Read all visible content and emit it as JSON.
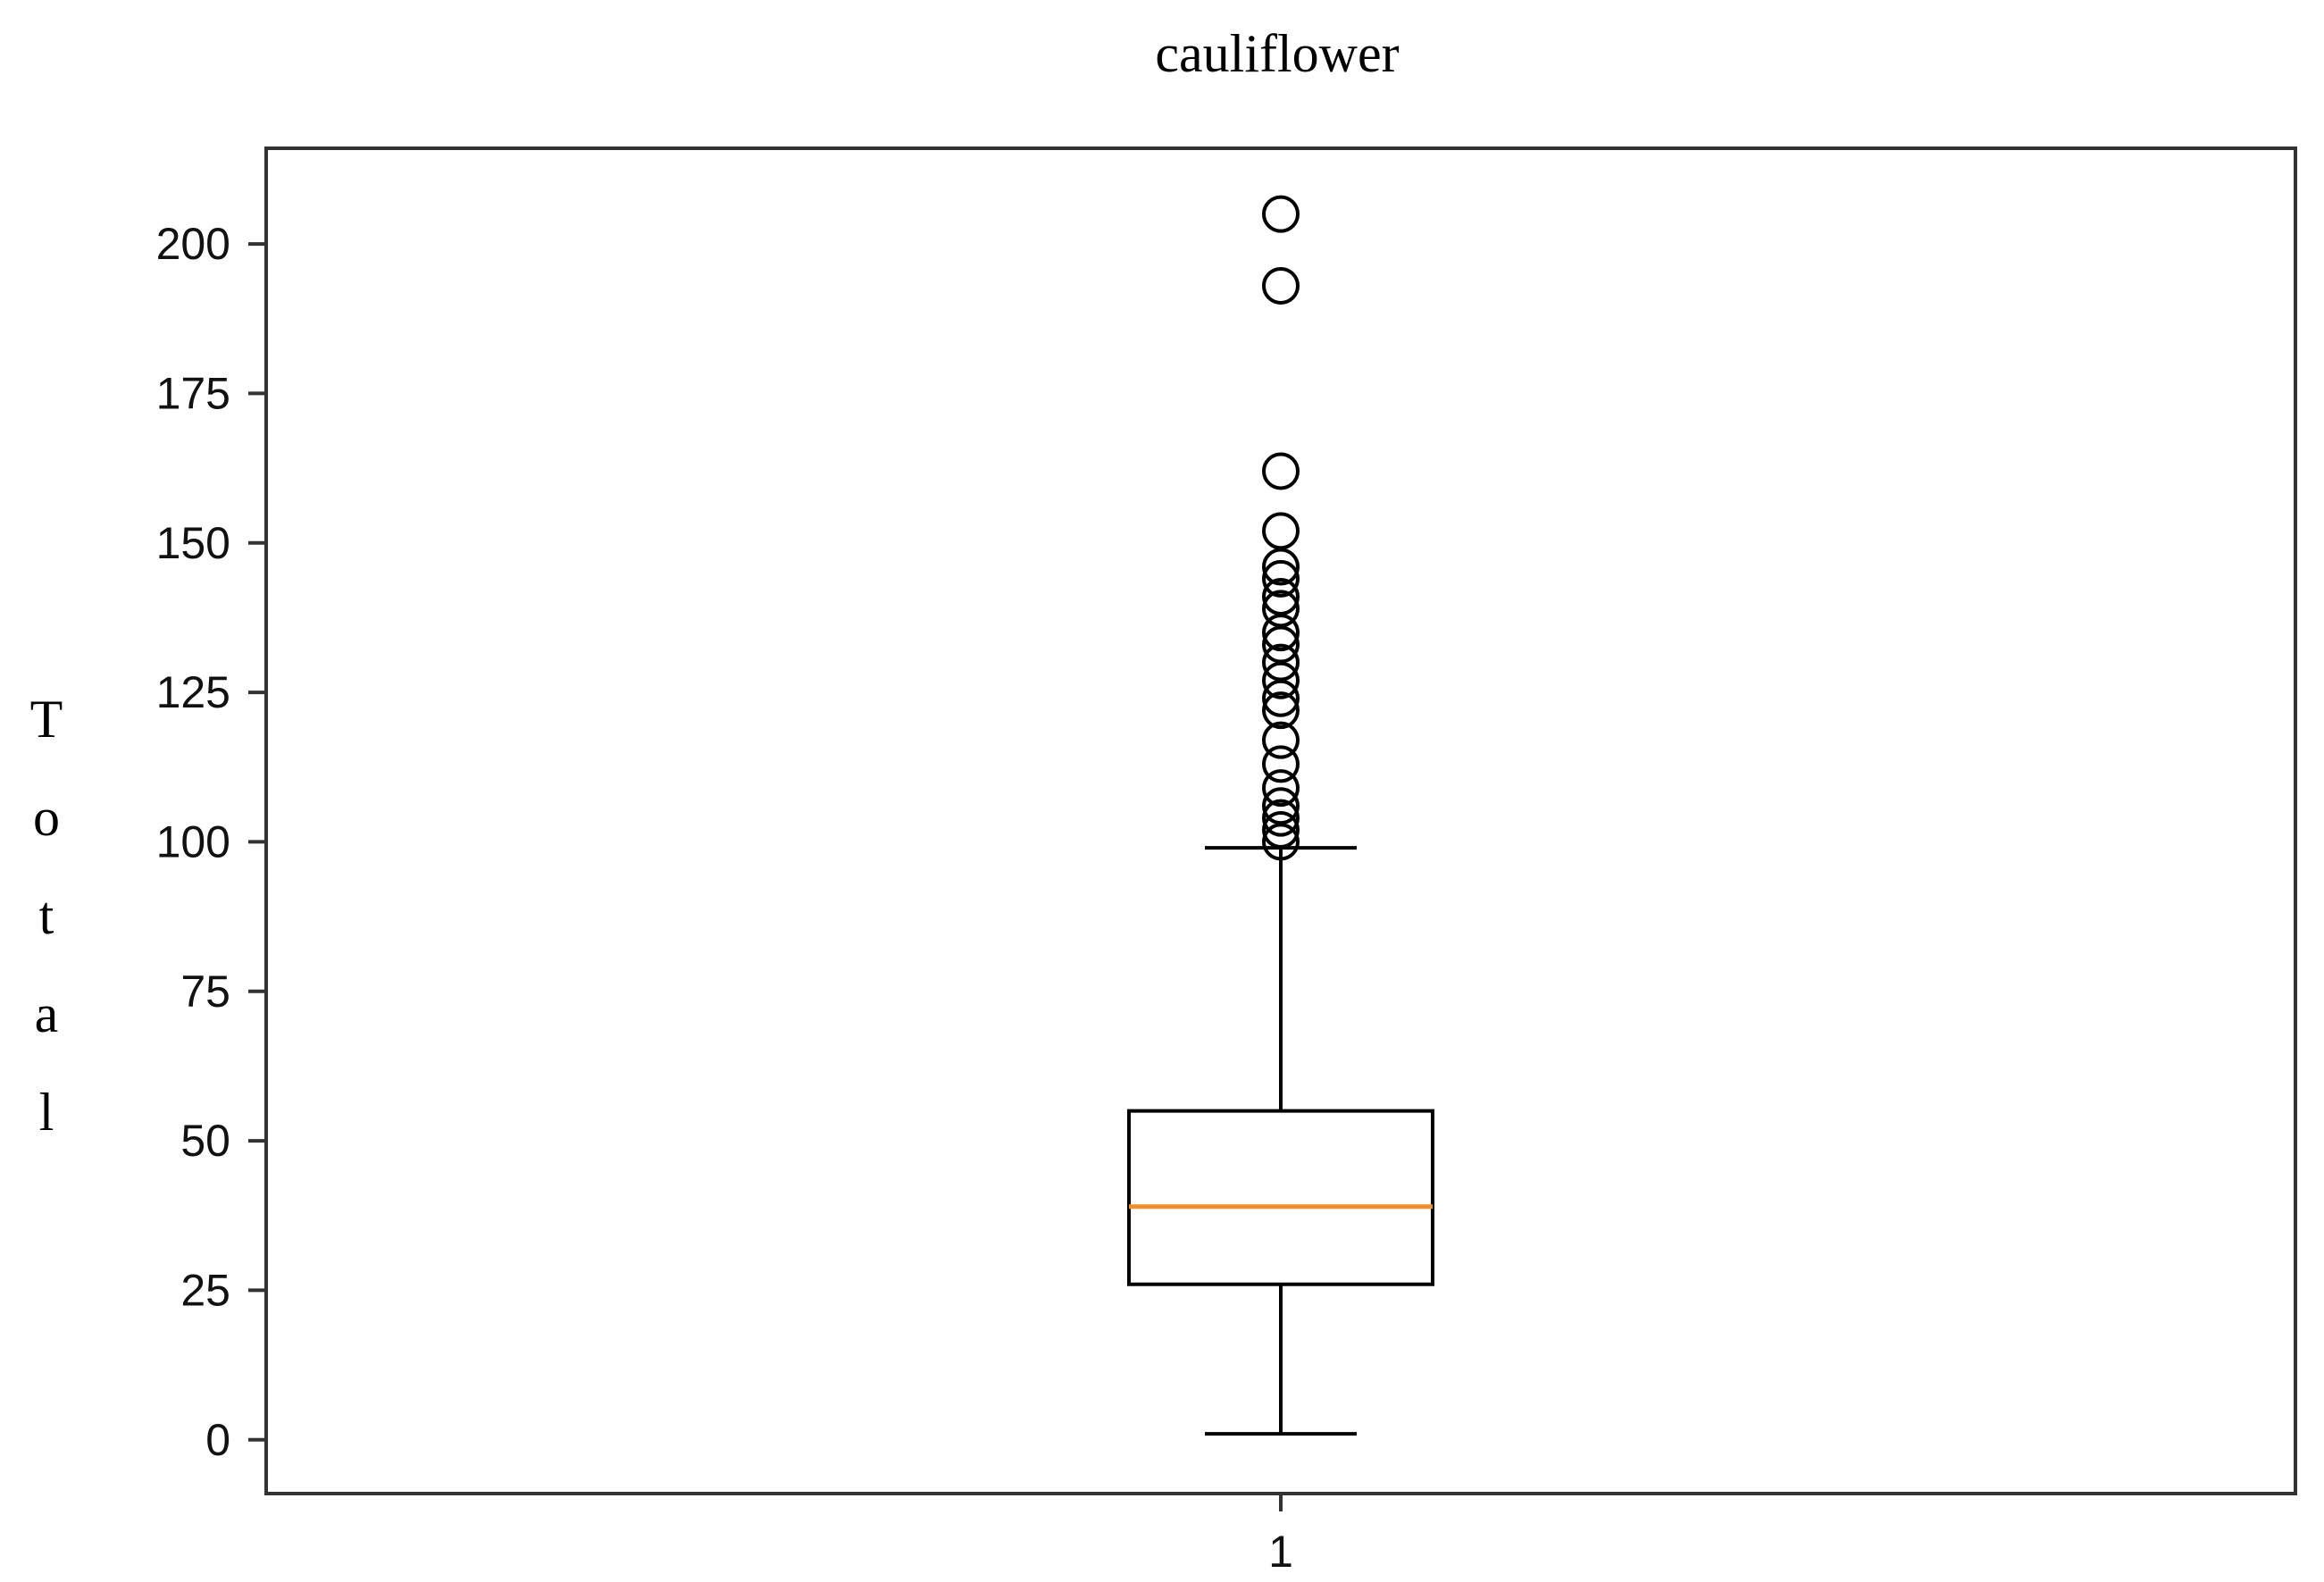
{
  "chart_data": {
    "type": "box",
    "title": "cauliflower",
    "ylabel": "Total",
    "xlabel": "",
    "categories": [
      "1"
    ],
    "yticks": [
      "0",
      "25",
      "50",
      "75",
      "100",
      "125",
      "150",
      "175",
      "200"
    ],
    "ylim": [
      -9,
      216
    ],
    "grid": false,
    "box": {
      "whisker_low": 1,
      "q1": 26,
      "median": 39,
      "q3": 55,
      "whisker_high": 99
    },
    "outliers": [
      205,
      193,
      162,
      152,
      146,
      144,
      141,
      139,
      135,
      133,
      130,
      127,
      124,
      122,
      117,
      113,
      109,
      106,
      104,
      102,
      100
    ],
    "colors": {
      "median": "#f28e2b",
      "box": "#000000",
      "axes": "#333333"
    }
  }
}
